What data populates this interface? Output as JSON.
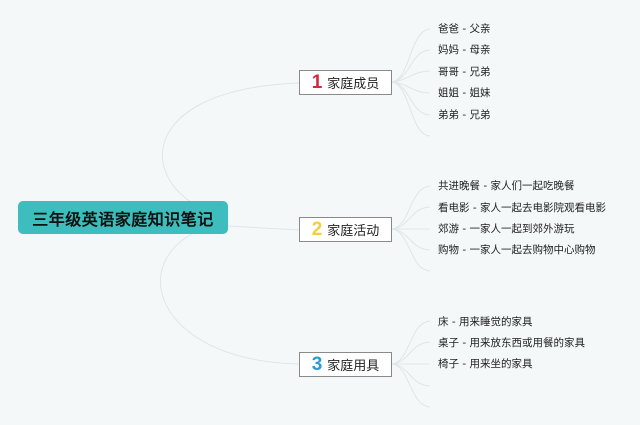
{
  "root": {
    "title": "三年级英语家庭知识笔记",
    "color": "#3dbdbd"
  },
  "topics": [
    {
      "number": "1",
      "number_color": "#d7263d",
      "label": "家庭成员",
      "items": [
        "爸爸 - 父亲",
        "妈妈 - 母亲",
        "哥哥 - 兄弟",
        "姐姐 - 姐妹",
        "弟弟 - 兄弟"
      ]
    },
    {
      "number": "2",
      "number_color": "#f2cf3b",
      "label": "家庭活动",
      "items": [
        "共进晚餐 - 家人们一起吃晚餐",
        "看电影 - 家人一起去电影院观看电影",
        "郊游 - 一家人一起到郊外游玩",
        "购物 - 一家人一起去购物中心购物"
      ]
    },
    {
      "number": "3",
      "number_color": "#2b9ad6",
      "label": "家庭用具",
      "items": [
        "床 - 用来睡觉的家具",
        "桌子 - 用来放东西或用餐的家具",
        "椅子 - 用来坐的家具"
      ]
    }
  ]
}
